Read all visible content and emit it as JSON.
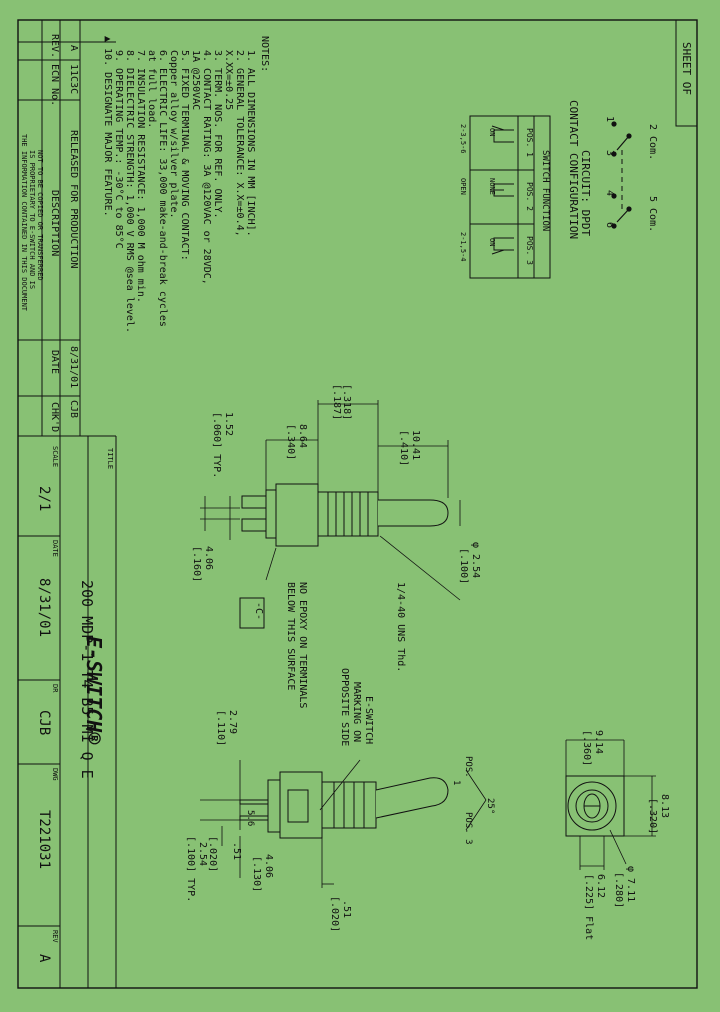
{
  "sheet": {
    "label": "SHEET OF",
    "bg_color": "#88c174",
    "line_color": "#111111"
  },
  "notes": {
    "heading": "NOTES:",
    "lines": [
      "1. ALL DIMENSIONS IN MM [INCH].",
      "2. GENERAL TOLERANCE: X.X=±0.4,",
      "   X.XX=±0.25",
      "3. TERM. NOS. FOR REF. ONLY.",
      "4. CONTACT RATING: 3A @120VAC or 28VDC,",
      "   1A @250VAC",
      "5. FIXED TERMINAL & MOVING CONTACT:",
      "   Copper alloy w/silver plate.",
      "6. ELECTRIC LIFE: 33,000 make-and-break cycles",
      "   at full load.",
      "7. INSULATION RESISTANCE: 1,000 M ohm min.",
      "8. DIELECTRIC STRENGTH: 1,000 V RMS @sea level.",
      "9. OPERATING TEMP.: -30°C to 85°C",
      "▲ 10. DESIGNATE MAJOR FEATURE."
    ]
  },
  "circuit": {
    "title": "CIRCUIT: DPDT",
    "subtitle": "CONTACT CONFIGURATION",
    "com1": "2 Com.",
    "com2": "5 Com.",
    "terminals": [
      "1",
      "3",
      "4",
      "6"
    ]
  },
  "switch_function": {
    "title": "SWITCH FUNCTION",
    "headers": [
      "POS. 1",
      "POS. 2",
      "POS. 3"
    ],
    "row1": [
      "ON",
      "NONE",
      "ON"
    ],
    "row2": [
      "2-3,5-6",
      "OPEN",
      "2-1,5-4"
    ]
  },
  "revision": {
    "headers": [
      "REV.",
      "ECN No.",
      "DESCRIPTION",
      "DATE",
      "CHK'D"
    ],
    "row": [
      "A",
      "11C3C",
      "RELEASED FOR PRODUCTION",
      "8/31/01",
      "CJB"
    ],
    "confidential": [
      "THE INFORMATION CONTAINED IN THIS DOCUMENT",
      "IS PROPRIETARY TO E-SWITCH AND IS",
      "NOT TO BE COPIED OR TRANSFERRED"
    ]
  },
  "title_block": {
    "title_label": "TITLE",
    "title": "200 MDP-1 T4 B5 M1 Q E",
    "logo": "E-SWITCH®",
    "scale_label": "SCALE",
    "scale": "2/1",
    "date_label": "DATE",
    "date": "8/31/01",
    "dr_label": "DR",
    "dr": "CJB",
    "dwg_label": "DWG",
    "dwg": "T221031",
    "rev_label": "REV",
    "rev": "A"
  },
  "side_view": {
    "dim_187": "[.187]",
    "dim_318": "[.318]",
    "dim_1041": "10.41",
    "dim_410": "[.410]",
    "dim_864": "8.64",
    "dim_340": "[.340]",
    "dim_152": "1.52",
    "dim_060": "[.060] TYP.",
    "dim_254": "φ 2.54",
    "dim_100": "[.100]",
    "dim_406": "4.06",
    "dim_160": "[.160]",
    "thread": "1/4-40 UNS Thd.",
    "c_box": "-C-",
    "epoxy1": "NO EPOXY ON TERMINALS",
    "epoxy2": "BELOW THIS SURFACE"
  },
  "bottom_view": {
    "marking1": "E-SWITCH",
    "marking2": "MARKING ON",
    "marking3": "OPPOSITE SIDE",
    "pos1a": "POS.",
    "pos1b": "1",
    "pos3": "POS. 3",
    "angle": "25°",
    "dim_279": "2.79",
    "dim_110": "[.110]",
    "dim_51a": ".51",
    "dim_020a": "[.020]",
    "dim_254": "2.54",
    "dim_100": "[.100] TYP.",
    "dim_406": "4.06",
    "dim_130": "[.130]",
    "dim_51b": ".51",
    "dim_020b": "[.020]",
    "dim_56": "5.6"
  },
  "end_view": {
    "dim_914": "9.14",
    "dim_360": "[.360]",
    "dim_813": "8.13",
    "dim_320": "[.320]",
    "dim_711": "φ 7.11",
    "dim_280": "[.280]",
    "dim_612": "6.12",
    "dim_225": "[.225] Flat"
  }
}
